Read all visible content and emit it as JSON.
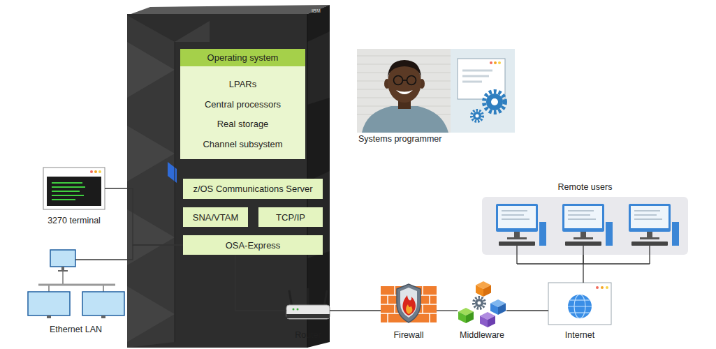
{
  "diagram": {
    "nodes": [
      {
        "text": [
          "Operating system",
          "LPARs",
          "Central processors",
          "Real storage",
          "Channel subsystem"
        ]
      },
      {
        "text": [
          "Systems programmer"
        ]
      },
      {
        "text": [
          "3270 terminal"
        ]
      },
      {
        "text": [
          "z/OS Communications Server"
        ]
      },
      {
        "text": [
          "SNA/VTAM"
        ]
      },
      {
        "text": [
          "TCP/IP"
        ]
      },
      {
        "text": [
          "Remote users"
        ]
      },
      {
        "text": [
          "OSA-Express"
        ]
      },
      {
        "text": [
          "Ethernet LAN"
        ]
      },
      {
        "text": [
          "Router"
        ]
      },
      {
        "text": [
          "Firewall"
        ]
      },
      {
        "text": [
          "Middleware"
        ]
      },
      {
        "text": [
          "Internet"
        ]
      }
    ],
    "edges": [
      {
        "from": 2,
        "to": 7,
        "arrow": "none"
      },
      {
        "from": 8,
        "to": 7,
        "arrow": "none"
      },
      {
        "from": 7,
        "to": 9,
        "arrow": "none"
      },
      {
        "from": 9,
        "to": 10,
        "arrow": "none"
      },
      {
        "from": 10,
        "to": 11,
        "arrow": "none"
      },
      {
        "from": 11,
        "to": 12,
        "arrow": "none"
      },
      {
        "from": 12,
        "to": 6,
        "arrow": "none"
      }
    ],
    "labels": [
      "IBM"
    ]
  }
}
